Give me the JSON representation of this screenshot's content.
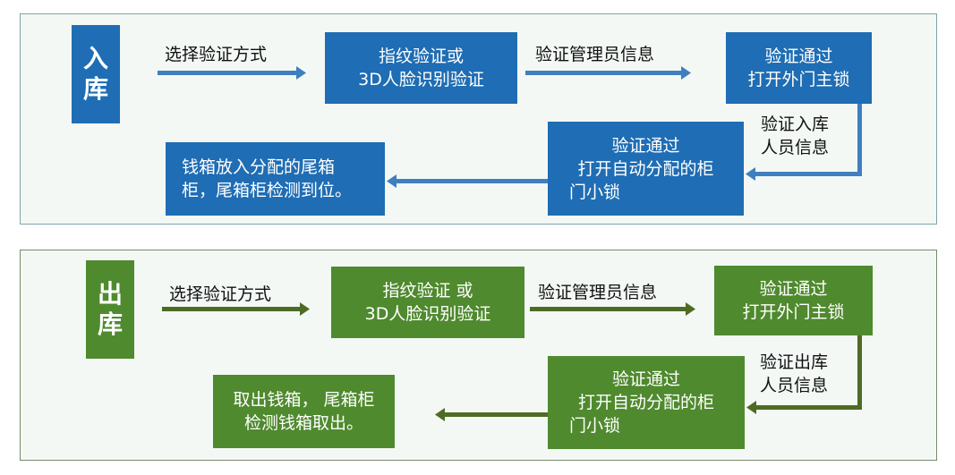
{
  "inbound": {
    "title": [
      "入",
      "库"
    ],
    "step_method_label": "选择验证方式",
    "verify_box": [
      "指纹验证或",
      "3D人脸识别验证"
    ],
    "admin_label": "验证管理员信息",
    "main_lock_box": [
      "验证通过",
      "打开外门主锁"
    ],
    "staff_label": [
      "验证入库",
      "人员信息"
    ],
    "small_lock_box": [
      "验证通过",
      "打开自动分配的柜",
      "门小锁"
    ],
    "final_box": [
      "钱箱放入分配的尾箱",
      "柜，尾箱柜检测到位。"
    ],
    "accent_color": "#1f6db4"
  },
  "outbound": {
    "title": [
      "出",
      "库"
    ],
    "step_method_label": "选择验证方式",
    "verify_box": [
      "指纹验证 或",
      "3D人脸识别验证"
    ],
    "admin_label": "验证管理员信息",
    "main_lock_box": [
      "验证通过",
      "打开外门主锁"
    ],
    "staff_label": [
      "验证出库",
      "人员信息"
    ],
    "small_lock_box": [
      "验证通过",
      "打开自动分配的柜",
      "门小锁"
    ],
    "final_box": [
      "取出钱箱， 尾箱柜",
      "检测钱箱取出。"
    ],
    "accent_color": "#4f8a2e"
  }
}
